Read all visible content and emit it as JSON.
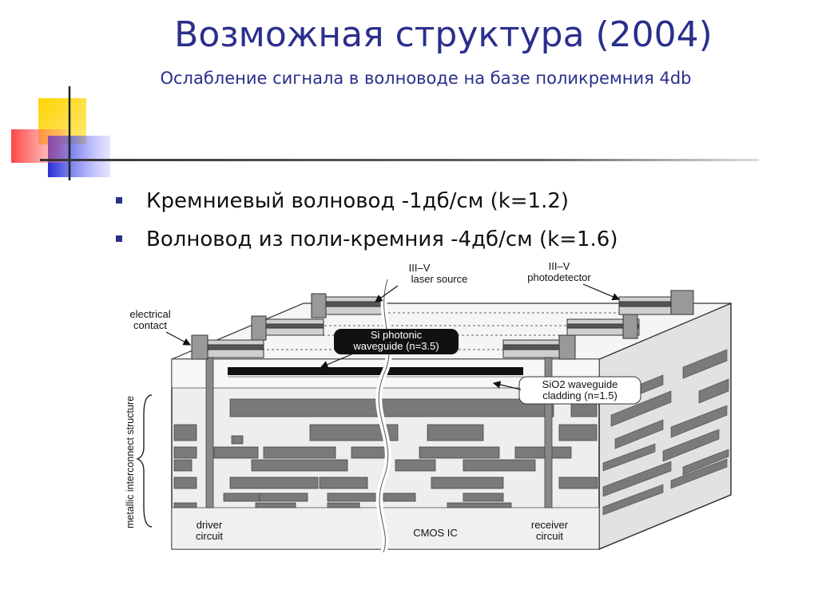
{
  "slide": {
    "title": "Возможная структура (2004)",
    "subtitle": "Ослабление сигнала в волноводе на базе поликремния 4db",
    "bullets": [
      "Кремниевый волновод -1дб/см (k=1.2)",
      "Волновод из поли-кремния -4дб/см (k=1.6)"
    ],
    "bullet_color": "#2a2f8c",
    "title_color": "#2a2f8c"
  },
  "diagram": {
    "labels": {
      "laser_source": [
        "III–V",
        "laser source"
      ],
      "photodetector": [
        "III–V",
        "photodetector"
      ],
      "electrical_contact": [
        "electrical",
        "contact"
      ],
      "si_waveguide": [
        "Si photonic",
        "waveguide (n=3.5)"
      ],
      "sio2_cladding": [
        "SiO2 waveguide",
        "cladding (n=1.5)"
      ],
      "interconnect": "metallic interconnect structure",
      "driver": [
        "driver",
        "circuit"
      ],
      "cmos": "CMOS IC",
      "receiver": [
        "receiver",
        "circuit"
      ]
    }
  }
}
